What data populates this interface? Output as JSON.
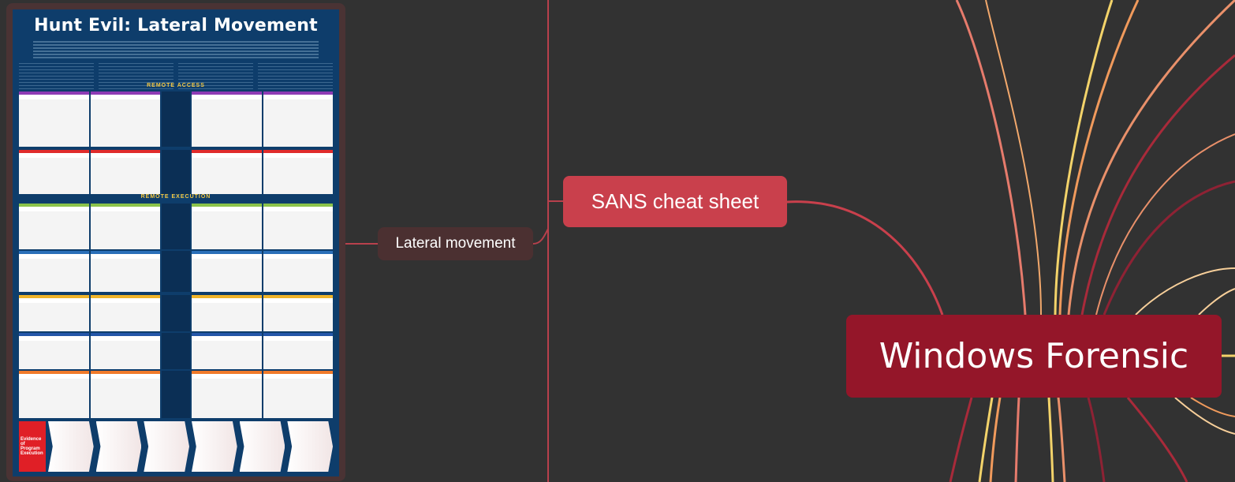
{
  "mindmap": {
    "root": {
      "label": "Windows Forensic"
    },
    "sans_node": {
      "label": "SANS cheat sheet"
    },
    "lateral_node": {
      "label": "Lateral movement"
    }
  },
  "poster": {
    "title": "Hunt Evil: Lateral Movement",
    "sections": [
      "REMOTE ACCESS",
      "REMOTE EXECUTION"
    ],
    "bottom_label": "Evidence of Program Execution"
  },
  "colors": {
    "background": "#323232",
    "root": "#941629",
    "sans": "#c9404c",
    "lateral": "#4b3031",
    "branch_line": "#b8404c"
  }
}
